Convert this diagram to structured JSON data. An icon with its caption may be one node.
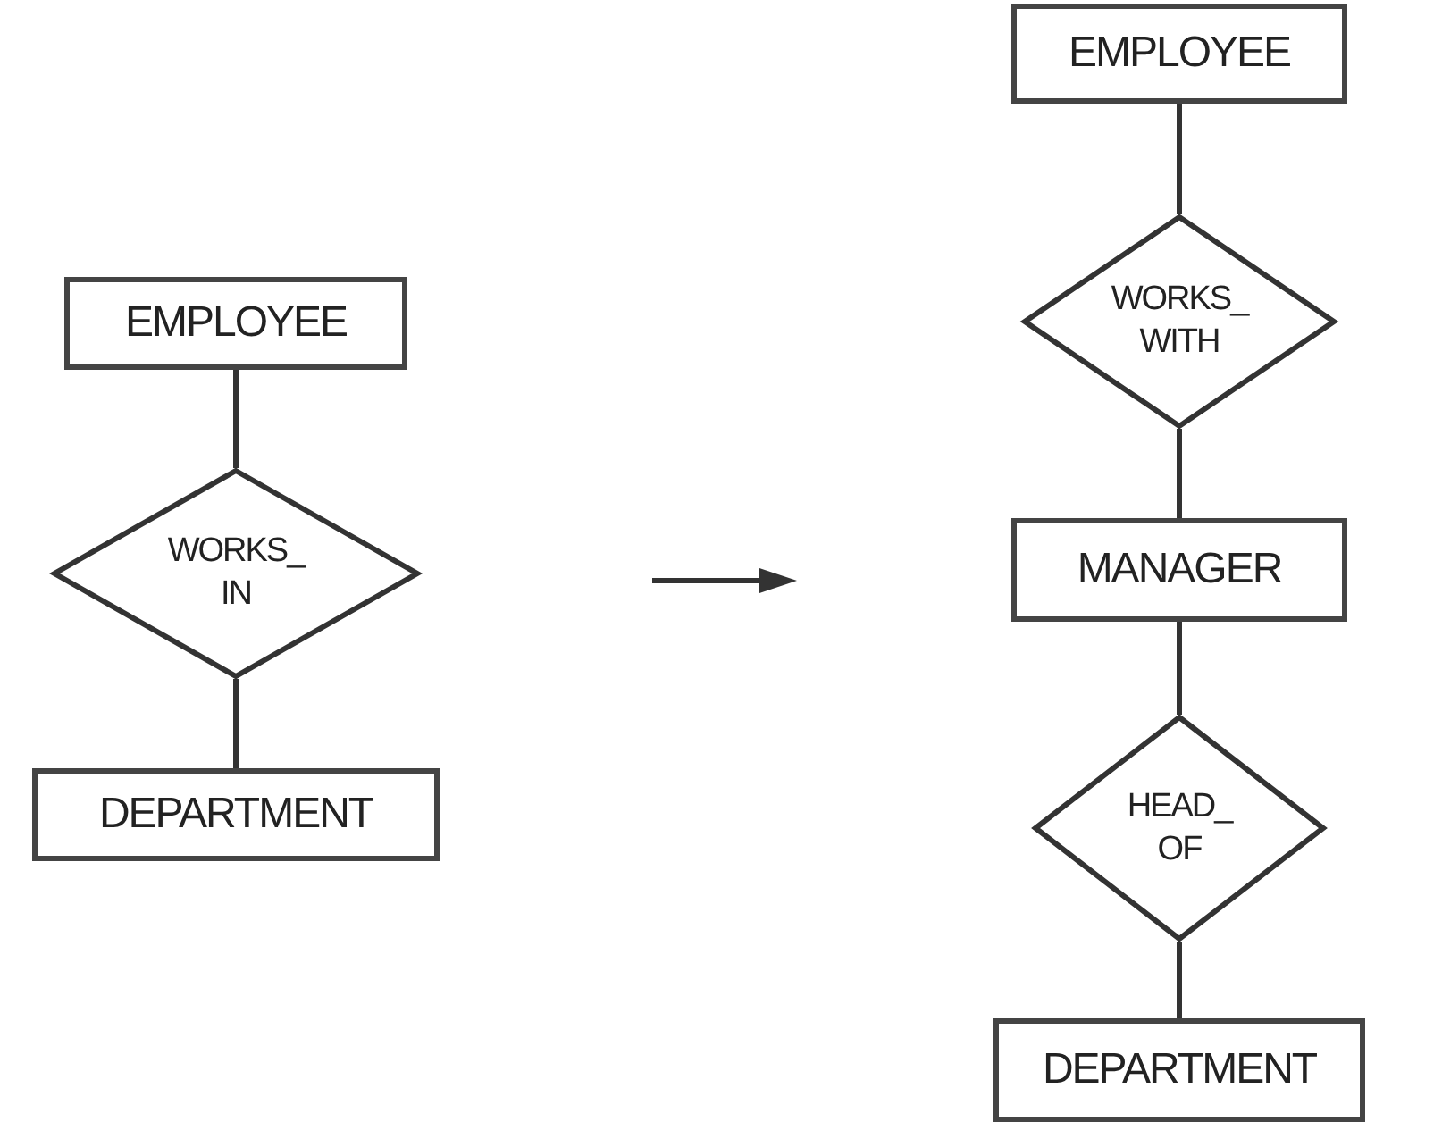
{
  "diagram": {
    "nodes": [
      {
        "text": [
          "EMPLOYEE"
        ]
      },
      {
        "text": [
          "WORKS_ IN"
        ]
      },
      {
        "text": [
          "DEPARTMENT"
        ]
      },
      {
        "text": [
          "EMPLOYEE"
        ]
      },
      {
        "text": [
          "WORKS_ WITH"
        ]
      },
      {
        "text": [
          "MANAGER"
        ]
      },
      {
        "text": [
          "HEAD_ OF"
        ]
      },
      {
        "text": [
          "DEPARTMENT"
        ]
      }
    ],
    "edges": [
      {
        "from": 0,
        "to": 1,
        "arrow": "none"
      },
      {
        "from": 1,
        "to": 2,
        "arrow": "none"
      },
      {
        "from": 3,
        "to": 4,
        "arrow": "none"
      },
      {
        "from": 4,
        "to": 5,
        "arrow": "none"
      },
      {
        "from": 5,
        "to": 6,
        "arrow": "none"
      },
      {
        "from": 6,
        "to": 7,
        "arrow": "none"
      }
    ]
  }
}
